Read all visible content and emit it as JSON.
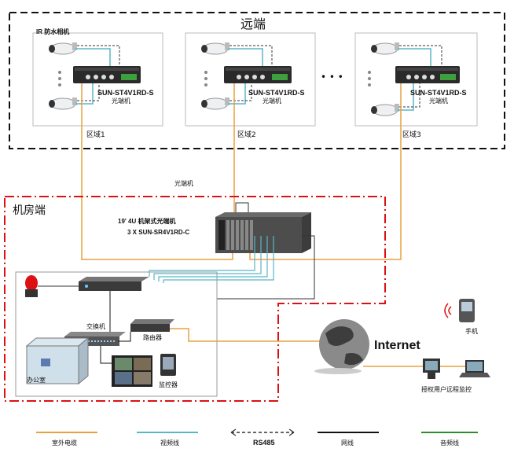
{
  "remote": {
    "title": "远端",
    "ir_camera_label": "IR 防水相机",
    "zones": [
      {
        "model": "SUN-ST4V1RD-S",
        "device": "光端机",
        "zone": "区域1"
      },
      {
        "model": "SUN-ST4V1RD-S",
        "device": "光端机",
        "zone": "区域2"
      },
      {
        "model": "SUN-ST4V1RD-S",
        "device": "光端机",
        "zone": "区域3"
      }
    ],
    "ellipsis": "• • •"
  },
  "optical_label": "光端机",
  "room": {
    "title": "机房端",
    "rack_line1": "19' 4U 机架式光端机",
    "rack_line2": "3 X SUN-SR4V1RD-C",
    "switch": "交换机",
    "router": "路由器",
    "office": "办公室",
    "monitor": "监控器"
  },
  "internet": {
    "label": "Internet",
    "phone": "手机",
    "remote_user": "授权用户远程监控"
  },
  "legend": [
    {
      "label": "室外电缆",
      "color": "#e8a040"
    },
    {
      "label": "视频线",
      "color": "#5ab6c6"
    },
    {
      "label": "RS485",
      "color": "#333333"
    },
    {
      "label": "网线",
      "color": "#111111"
    },
    {
      "label": "音频线",
      "color": "#2e8b2e"
    }
  ]
}
